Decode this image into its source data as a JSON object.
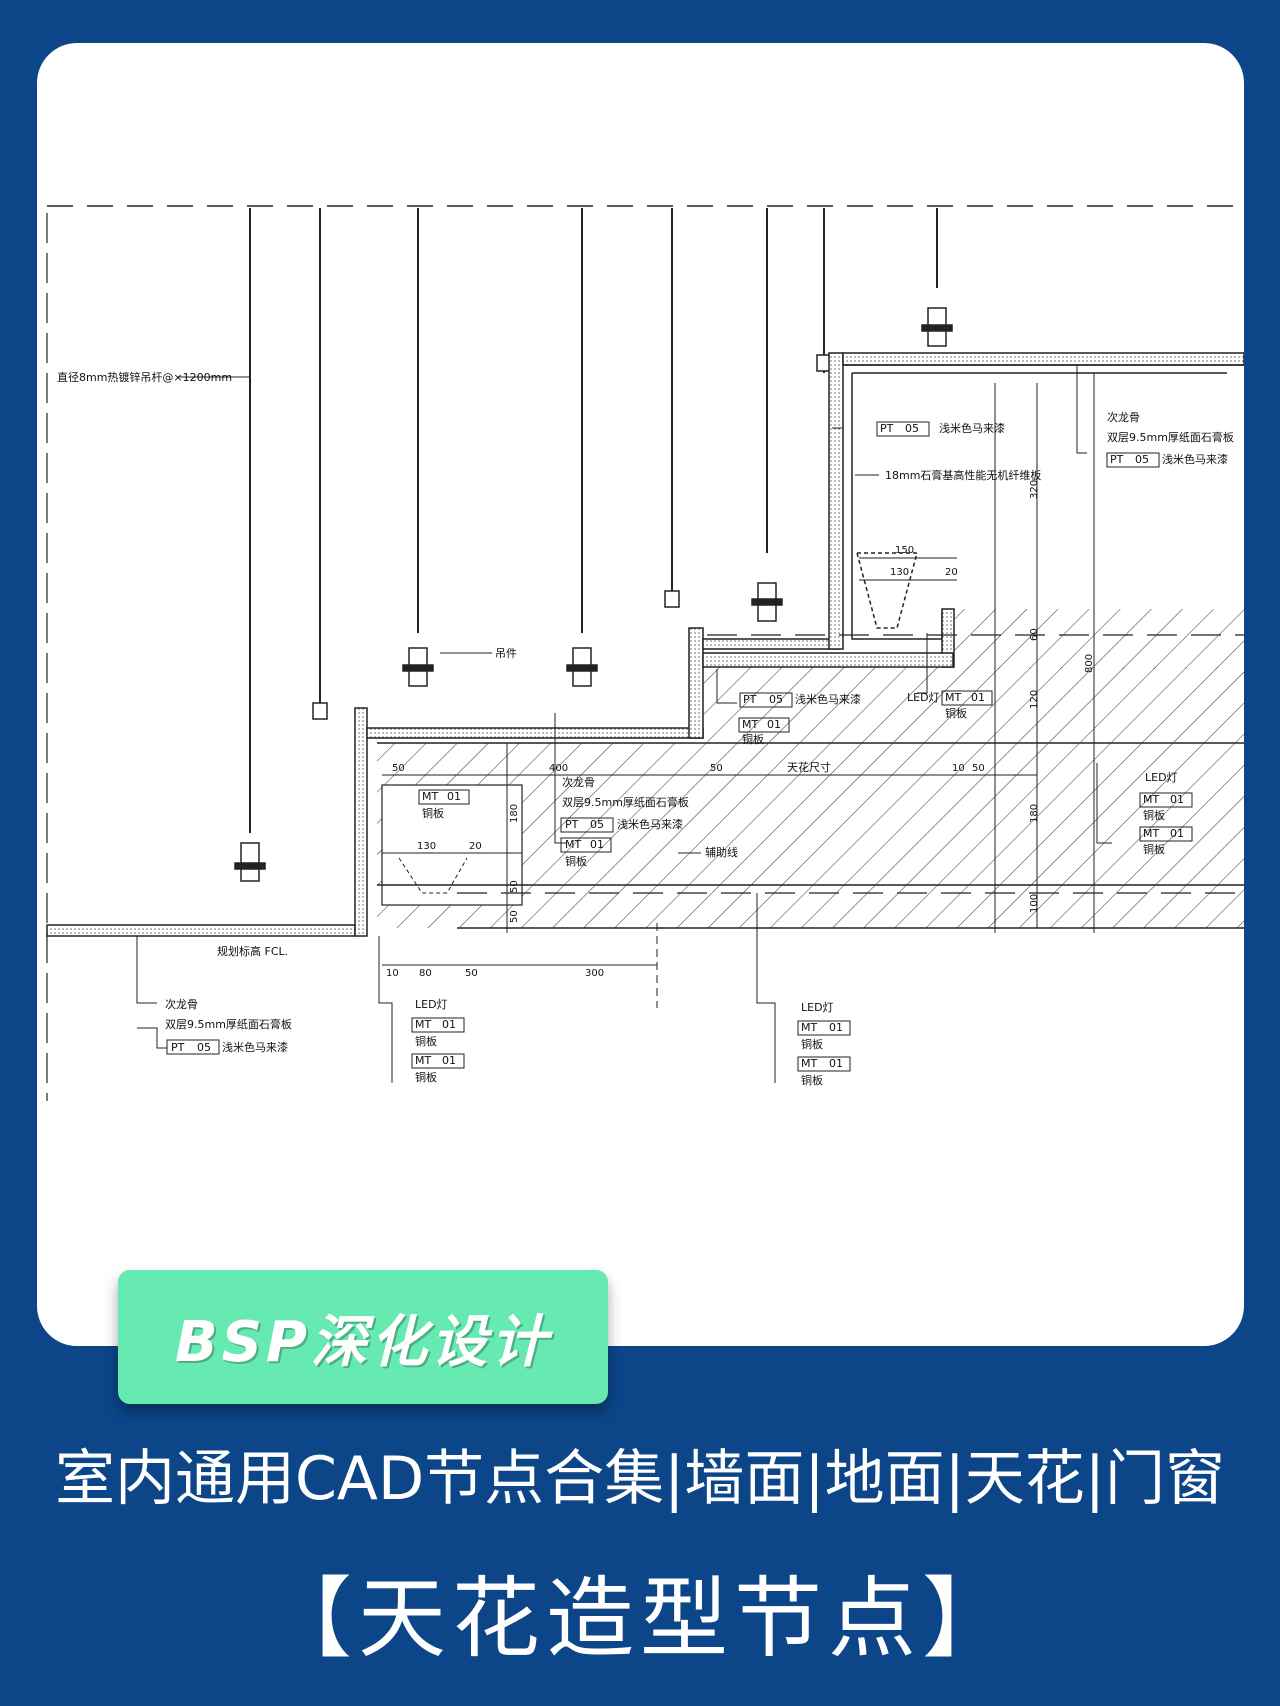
{
  "drawing": {
    "labels": {
      "rod": "直径8mm热镀锌吊杆@×1200mm",
      "hanger": "吊件",
      "secondary_keel": "次龙骨",
      "double_gypsum": "双层9.5mm厚纸面石膏板",
      "light_paint": "浅米色马来漆",
      "fiber_board": "18mm石膏基高性能无机纤维板",
      "led": "LED灯",
      "copper_plate": "铜板",
      "ceiling_size": "天花尺寸",
      "aux_line": "辅助线",
      "fcl": "规划标高 FCL."
    },
    "tags": {
      "pt": "PT",
      "pt_no": "05",
      "mt": "MT",
      "mt_no": "01"
    },
    "dims": {
      "d150": "150",
      "d130": "130",
      "d20": "20",
      "d320": "320",
      "d60": "60",
      "d120": "120",
      "d800": "800",
      "d180": "180",
      "d100": "100",
      "d50": "50",
      "d400": "400",
      "d10": "10",
      "d80": "80",
      "d300": "300"
    }
  },
  "badge": {
    "text": "BSP深化设计"
  },
  "subtitle": "室内通用CAD节点合集|墙面|地面|天花|门窗",
  "title": "【天花造型节点】"
}
